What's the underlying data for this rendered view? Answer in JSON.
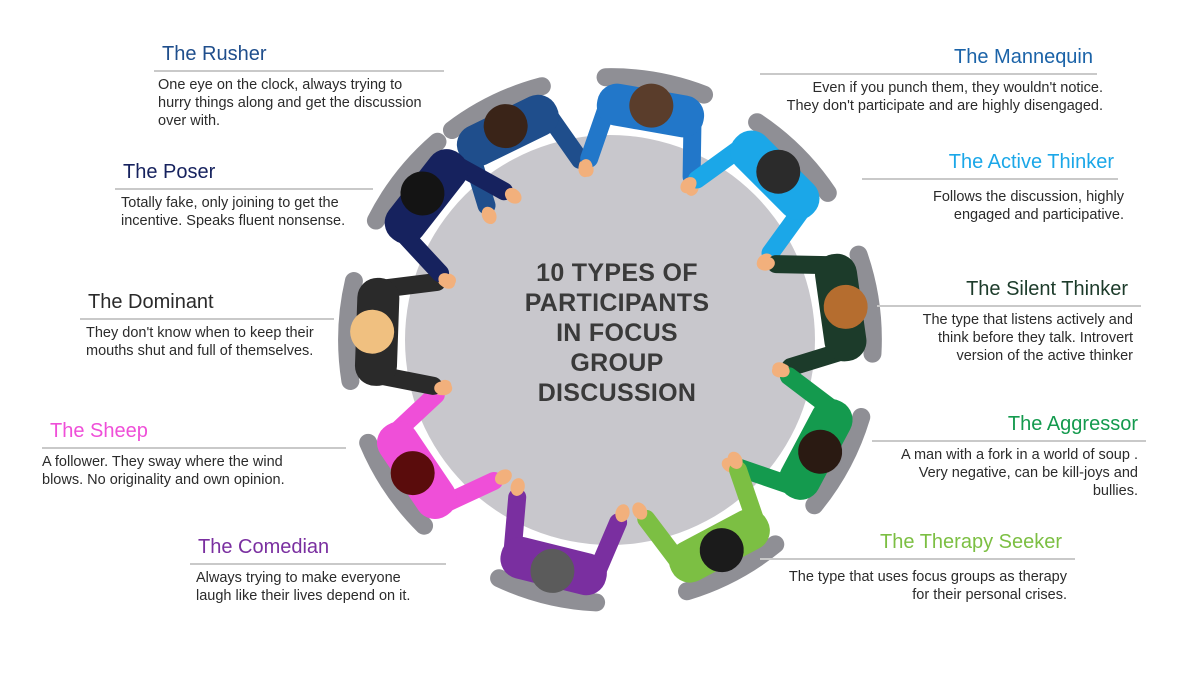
{
  "title_lines": [
    "10 TYPES OF",
    "PARTICIPANTS",
    "IN FOCUS",
    "GROUP",
    "DISCUSSION"
  ],
  "colors": {
    "table": "#c8c7cc",
    "chair": "#8f8f95",
    "rule": "#c9c9c9",
    "text": "#2b2b2b"
  },
  "participants": [
    {
      "key": "rusher",
      "name": "The Rusher",
      "color": "#1f4e8c",
      "hair": "#3a2418",
      "desc": [
        "One eye on the clock, always trying to",
        "hurry things along and get the discussion",
        "over with."
      ]
    },
    {
      "key": "mannequin",
      "name": "The Mannequin",
      "color": "#2277c9",
      "hair": "#5a3d2b",
      "desc": [
        "Even if you punch them, they wouldn't notice.",
        "They don't participate and are highly disengaged."
      ]
    },
    {
      "key": "active-thinker",
      "name": "The Active Thinker",
      "color": "#1ba7e8",
      "hair": "#2b2b2b",
      "desc": [
        "Follows the discussion, highly",
        "engaged and participative."
      ]
    },
    {
      "key": "silent-thinker",
      "name": "The Silent Thinker",
      "color": "#1c3b2a",
      "hair": "#b56d2f",
      "desc": [
        "The type that listens actively and",
        "think before they talk. Introvert",
        "version of the active thinker"
      ]
    },
    {
      "key": "aggressor",
      "name": "The Aggressor",
      "color": "#149a4e",
      "hair": "#2a1a12",
      "desc": [
        "A man with a fork in a world of soup .",
        "Very negative, can be kill-joys and",
        "bullies."
      ]
    },
    {
      "key": "therapy-seeker",
      "name": "The Therapy Seeker",
      "color": "#7cbf43",
      "hair": "#1b1b1b",
      "desc": [
        "The type that uses focus groups as therapy",
        "for their personal crises."
      ]
    },
    {
      "key": "comedian",
      "name": "The Comedian",
      "color": "#7a2fa0",
      "hair": "#5b5b5b",
      "desc": [
        "Always trying to make everyone",
        "laugh like their lives depend on it."
      ]
    },
    {
      "key": "sheep",
      "name": "The Sheep",
      "color": "#ef4fd8",
      "hair": "#5a0c0c",
      "desc": [
        "A follower. They sway where the wind",
        "blows. No originality and own opinion."
      ]
    },
    {
      "key": "dominant",
      "name": "The Dominant",
      "color": "#2a2a2a",
      "hair": "#f0c080",
      "desc": [
        "They don't know when to keep their",
        "mouths shut and full of themselves."
      ]
    },
    {
      "key": "poser",
      "name": "The Poser",
      "color": "#16225e",
      "hair": "#141414",
      "desc": [
        "Totally fake, only joining to get the",
        "incentive. Speaks fluent nonsense."
      ]
    }
  ]
}
